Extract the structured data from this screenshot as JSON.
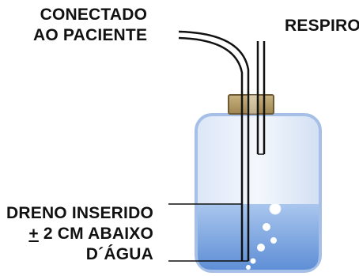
{
  "labels": {
    "patient_line1": "CONECTADO",
    "patient_line2": "AO PACIENTE",
    "breath": "RESPIRO",
    "drain_line1": "DRENO INSERIDO",
    "drain_line2_symbol": "+",
    "drain_line2_rest": " 2 CM ABAIXO",
    "drain_line3": "D´ÁGUA"
  },
  "colors": {
    "water": "#8fb4e6",
    "bottle_outline": "#b8cdec",
    "stopper": "#b9a06a",
    "tube": "#111111"
  }
}
